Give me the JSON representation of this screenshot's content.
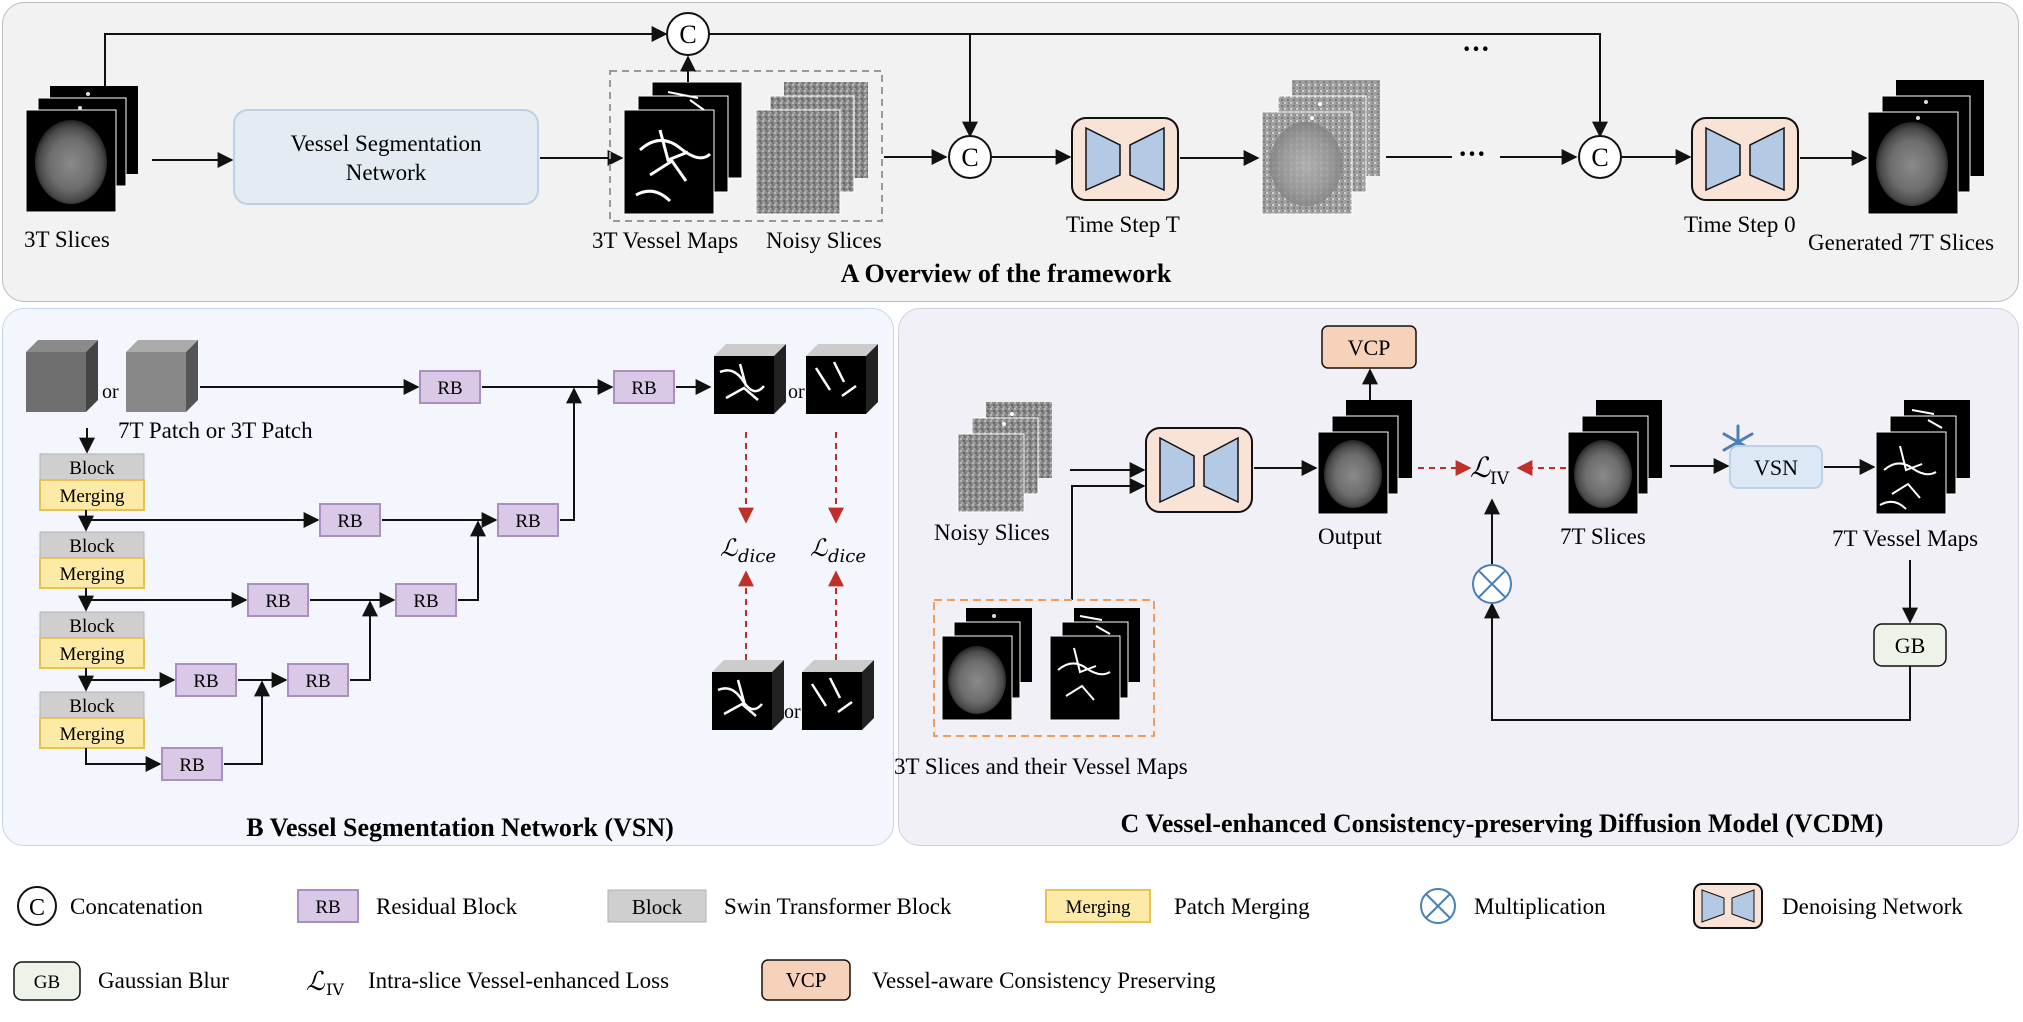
{
  "panel_a": {
    "title": "A Overview of the framework",
    "input_label": "3T Slices",
    "vsn_box": [
      "Vessel Segmentation",
      "Network"
    ],
    "vessel_maps_label": "3T Vessel Maps",
    "noisy_label": "Noisy Slices",
    "timestep_t": "Time Step T",
    "timestep_0": "Time Step 0",
    "output_label": "Generated 7T Slices",
    "concat_symbol": "C",
    "ellipsis": "···"
  },
  "panel_b": {
    "title": "B Vessel Segmentation Network (VSN)",
    "patch_label": "7T Patch or 3T Patch",
    "or": "or",
    "rb": "RB",
    "block": "Block",
    "merging": "Merging",
    "dice_loss": "ℒ",
    "dice_sub": "dice"
  },
  "panel_c": {
    "title": "C Vessel-enhanced Consistency-preserving Diffusion Model (VCDM)",
    "vcp": "VCP",
    "output_label": "Output",
    "noisy_label": "Noisy Slices",
    "slices_7t": "7T Slices",
    "vessel_maps_7t": "7T Vessel Maps",
    "vsn": "VSN",
    "gb": "GB",
    "loss": "ℒ",
    "loss_sub": "IV",
    "input_label": "3T Slices and their Vessel Maps"
  },
  "legend": {
    "concat_symbol": "C",
    "concat": "Concatenation",
    "rb_box": "RB",
    "rb": "Residual Block",
    "block_box": "Block",
    "block": "Swin Transformer Block",
    "merging_box": "Merging",
    "merging": "Patch Merging",
    "mult": "Multiplication",
    "denoise": "Denoising Network",
    "gb_box": "GB",
    "gb": "Gaussian Blur",
    "loss_symbol": "ℒ",
    "loss_sub": "IV",
    "loss": "Intra-slice Vessel-enhanced Loss",
    "vcp_box": "VCP",
    "vcp": "Vessel-aware Consistency Preserving"
  },
  "colors": {
    "rb_fill": "#d9c8e6",
    "rb_stroke": "#a890c4",
    "block_fill": "#cfcfcf",
    "merging_fill": "#fdeaa7",
    "merging_stroke": "#e9c34f",
    "denoise_fill": "#f9e3d7",
    "denoise_inner": "#b4c9e4",
    "vsn_fill": "#dce8f5",
    "vcp_fill": "#f7d2bb",
    "gb_fill": "#eef3ea",
    "mult": "#4a80b7",
    "dashed_red": "#c0302a",
    "dashed_orange": "#ef9c5d"
  }
}
